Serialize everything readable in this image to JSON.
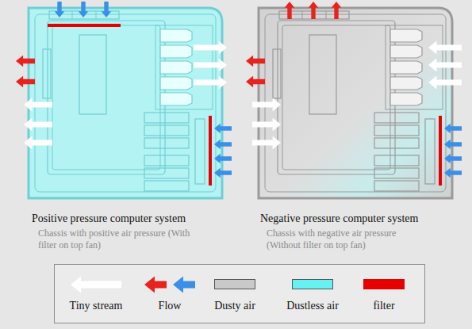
{
  "diagram": {
    "labels": [
      "Positive pressure computer system",
      "Chassis with positive air pressure (With filter on top fan)",
      "Negative pressure computer system",
      "Chassis with negative air pressure (Without filter on top fan)"
    ],
    "legend": [
      {
        "text": "Tiny stream"
      },
      {
        "text": "Flow"
      },
      {
        "text": "Dusty air",
        "color": "#c9c9c9"
      },
      {
        "text": "Dustless air",
        "color": "#66f2f2"
      },
      {
        "text": "filter",
        "color": "#e60000"
      }
    ]
  }
}
